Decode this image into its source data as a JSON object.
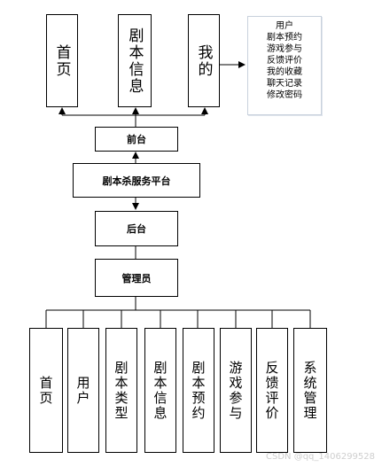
{
  "front_modules": [
    "首页",
    "剧本信息",
    "我的"
  ],
  "my_menu": [
    "用户",
    "剧本预约",
    "游戏参与",
    "反馈评价",
    "我的收藏",
    "聊天记录",
    "修改密码"
  ],
  "frontend": "前台",
  "platform": "剧本杀服务平台",
  "backend": "后台",
  "admin": "管理员",
  "back_modules": [
    "首页",
    "用户",
    "剧本类型",
    "剧本信息",
    "剧本预约",
    "游戏参与",
    "反馈评价",
    "系统管理"
  ],
  "watermark": "CSDN @qq_1406299528"
}
